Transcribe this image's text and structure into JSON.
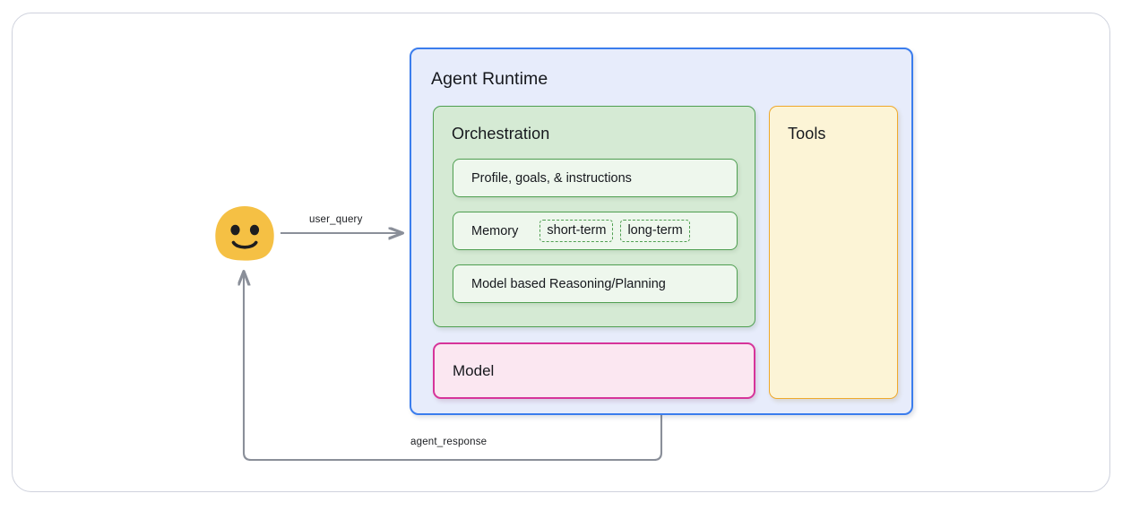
{
  "diagram": {
    "title_hidden": "",
    "agent_runtime": {
      "title": "Agent Runtime",
      "border_color": "#3b7ded",
      "background_color": "#e7ecfb",
      "orchestration": {
        "title": "Orchestration",
        "border_color": "#4f9f51",
        "background_color": "#d5ead4",
        "rows": [
          {
            "label": "Profile, goals, & instructions",
            "pills": []
          },
          {
            "label": "Memory",
            "pills": [
              "short-term",
              "long-term"
            ]
          },
          {
            "label": "Model based Reasoning/Planning",
            "pills": []
          }
        ]
      },
      "model": {
        "label": "Model",
        "border_color": "#d6349a",
        "background_color": "#fbe7f1"
      },
      "tools": {
        "title": "Tools",
        "border_color": "#efa92c",
        "background_color": "#fcf4d6"
      }
    },
    "actor": {
      "name": "user",
      "icon": "smiling-face-emoji",
      "face_color": "#f5c044"
    },
    "edges": [
      {
        "id": "user-query",
        "label": "user_query",
        "from": "user",
        "to": "agent-runtime",
        "color": "#8a8f99"
      },
      {
        "id": "agent-response",
        "label": "agent_response",
        "from": "agent-runtime",
        "to": "user",
        "color": "#8a8f99"
      }
    ],
    "frame": {
      "border_color": "#cfd2dd",
      "background_color": "#ffffff"
    }
  }
}
